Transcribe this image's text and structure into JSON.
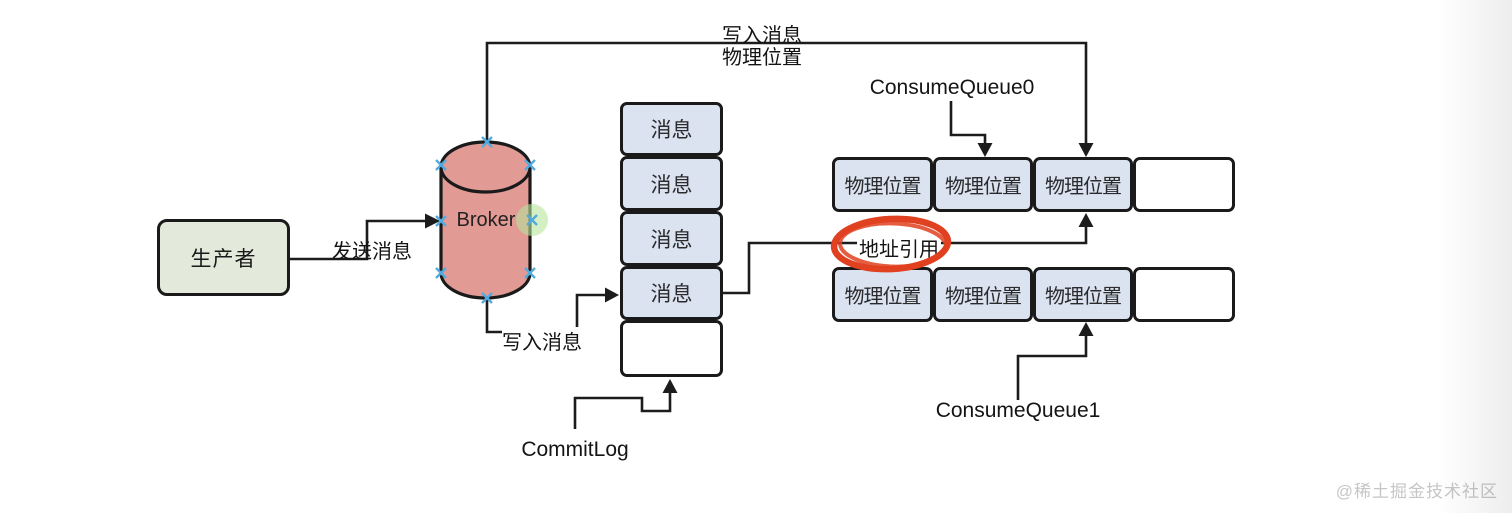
{
  "colors": {
    "ink": "#1a1a1a",
    "line": "#1c1c1c",
    "producer-fill": "#e3e9db",
    "broker-fill": "#e29a95",
    "cell-blue": "#dbe3f1",
    "cell-white": "#ffffff",
    "red-marker": "#e04120",
    "handle-blue": "#54aade",
    "highlight-green": "#b7e59b",
    "watermark-gray": "#c6c6c6"
  },
  "nodes": {
    "producer": "生产者",
    "broker": "Broker"
  },
  "labels": {
    "send_message": "发送消息",
    "write_message": "写入消息",
    "write_physical_line1": "写入消息",
    "write_physical_line2": "物理位置",
    "address_reference": "地址引用",
    "commitlog": "CommitLog",
    "consume_queue0": "ConsumeQueue0",
    "consume_queue1": "ConsumeQueue1"
  },
  "commitlog_cells": [
    "消息",
    "消息",
    "消息",
    "消息",
    ""
  ],
  "consume_queue0_cells": [
    "物理位置",
    "物理位置",
    "物理位置",
    ""
  ],
  "consume_queue1_cells": [
    "物理位置",
    "物理位置",
    "物理位置",
    ""
  ],
  "watermark": "@稀土掘金技术社区"
}
